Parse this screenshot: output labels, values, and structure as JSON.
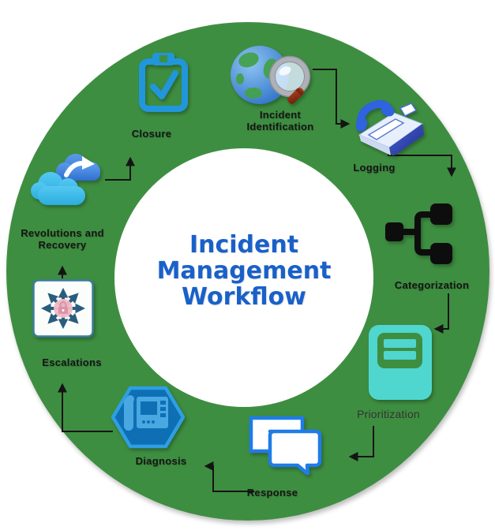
{
  "diagram": {
    "title": "Incident Management Workflow",
    "type": "circular-workflow",
    "stages": [
      {
        "label": "Incident Identification",
        "icon": "globe-magnifier-icon"
      },
      {
        "label": "Logging",
        "icon": "fax-phone-icon"
      },
      {
        "label": "Categorization",
        "icon": "hierarchy-nodes-icon"
      },
      {
        "label": "Prioritization",
        "icon": "document-card-icon"
      },
      {
        "label": "Response",
        "icon": "chat-bubbles-icon"
      },
      {
        "label": "Diagnosis",
        "icon": "intercom-hexagon-icon"
      },
      {
        "label": "Escalations",
        "icon": "radial-arrows-lock-icon"
      },
      {
        "label": "Revolutions and Recovery",
        "icon": "cloud-sync-icon"
      },
      {
        "label": "Closure",
        "icon": "clipboard-check-icon"
      }
    ]
  },
  "colors": {
    "ring-green": "#3e8e41",
    "title-blue": "#1961c9",
    "label-dark": "#151515",
    "icon-blue": "#2196db",
    "turquoise": "#4fd6ce",
    "hex-blue": "#0e6fb4",
    "arrow-black": "#141414"
  }
}
